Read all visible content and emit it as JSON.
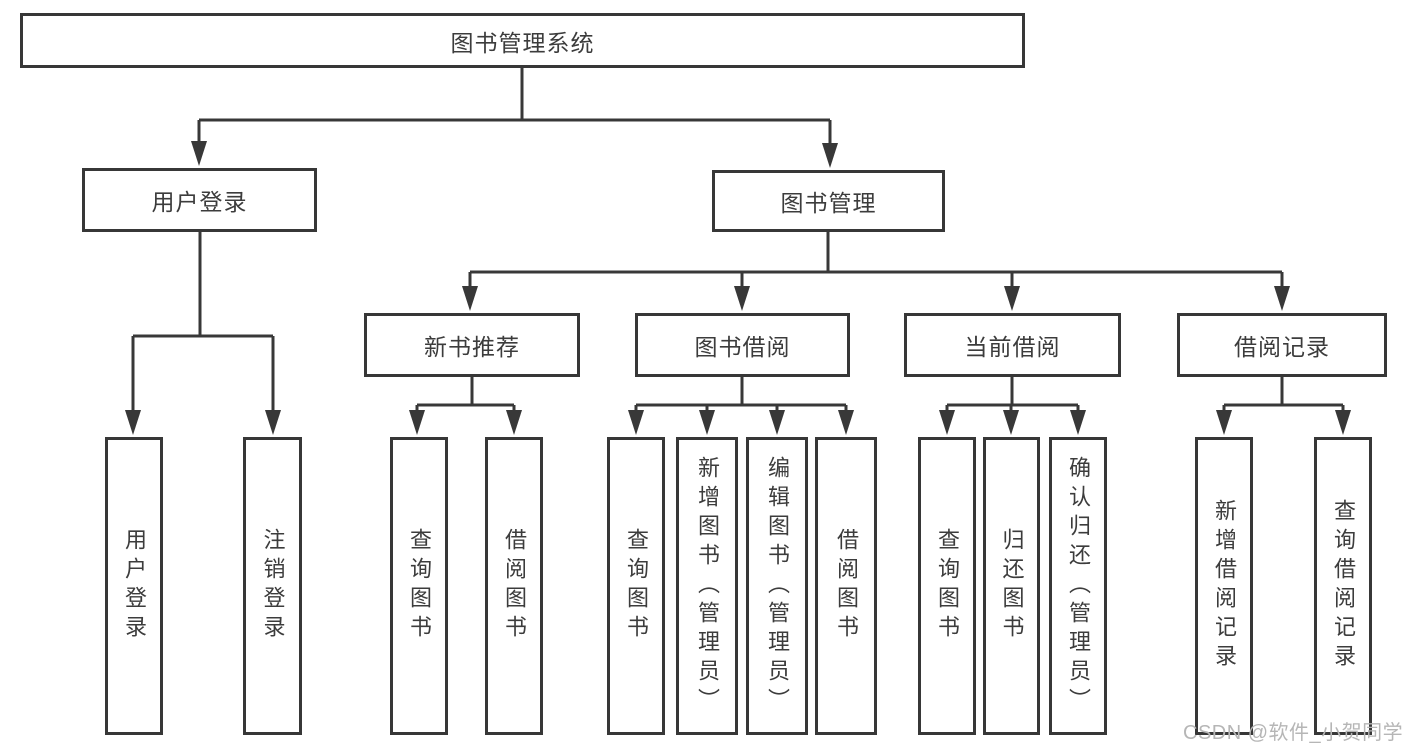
{
  "diagram": {
    "title": "图书管理系统",
    "root": {
      "label": "图书管理系统"
    },
    "level2": [
      {
        "label": "用户登录"
      },
      {
        "label": "图书管理"
      }
    ],
    "level3": [
      {
        "label": "新书推荐"
      },
      {
        "label": "图书借阅"
      },
      {
        "label": "当前借阅"
      },
      {
        "label": "借阅记录"
      }
    ],
    "leaves": {
      "user_login": [
        {
          "label": "用户登录"
        },
        {
          "label": "注销登录"
        }
      ],
      "new_book_recommend": [
        {
          "label": "查询图书"
        },
        {
          "label": "借阅图书"
        }
      ],
      "book_borrow": [
        {
          "label": "查询图书"
        },
        {
          "label": "新增图书（管理员）"
        },
        {
          "label": "编辑图书（管理员）"
        },
        {
          "label": "借阅图书"
        }
      ],
      "current_borrow": [
        {
          "label": "查询图书"
        },
        {
          "label": "归还图书"
        },
        {
          "label": "确认归还（管理员）"
        }
      ],
      "borrow_records": [
        {
          "label": "新增借阅记录"
        },
        {
          "label": "查询借阅记录"
        }
      ]
    },
    "watermark": "CSDN @软件_小贺同学",
    "colors": {
      "line": "#383838",
      "box_border": "#373737",
      "text": "#3c3c3c",
      "watermark": "#b6b6b6",
      "background": "#ffffff"
    }
  }
}
